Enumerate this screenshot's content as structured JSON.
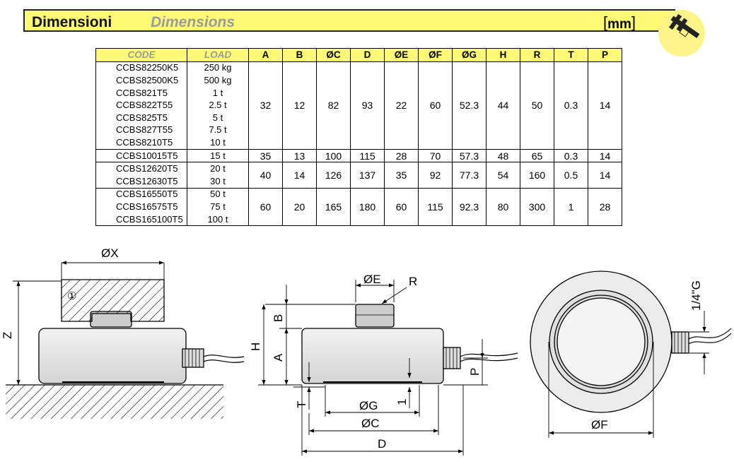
{
  "header": {
    "title_it": "Dimensioni",
    "title_en": "Dimensions",
    "unit_open": "[",
    "unit": "mm",
    "unit_close": "]",
    "icon": "caliper-icon"
  },
  "table": {
    "headers": [
      "CODE",
      "LOAD",
      "A",
      "B",
      "ØC",
      "D",
      "ØE",
      "ØF",
      "ØG",
      "H",
      "R",
      "T",
      "P"
    ],
    "groups": [
      {
        "rows": [
          {
            "code": "CCBS82250K5",
            "load": "250 kg"
          },
          {
            "code": "CCBS82500K5",
            "load": "500 kg"
          },
          {
            "code": "CCBS821T5",
            "load": "1 t"
          },
          {
            "code": "CCBS822T55",
            "load": "2.5 t"
          },
          {
            "code": "CCBS825T5",
            "load": "5 t"
          },
          {
            "code": "CCBS827T55",
            "load": "7.5 t"
          },
          {
            "code": "CCBS8210T5",
            "load": "10 t"
          }
        ],
        "values": [
          "32",
          "12",
          "82",
          "93",
          "22",
          "60",
          "52.3",
          "44",
          "50",
          "0.3",
          "14"
        ]
      },
      {
        "rows": [
          {
            "code": "CCBS10015T5",
            "load": "15 t"
          }
        ],
        "values": [
          "35",
          "13",
          "100",
          "115",
          "28",
          "70",
          "57.3",
          "48",
          "65",
          "0.3",
          "14"
        ]
      },
      {
        "rows": [
          {
            "code": "CCBS12620T5",
            "load": "20 t"
          },
          {
            "code": "CCBS12630T5",
            "load": "30 t"
          }
        ],
        "values": [
          "40",
          "14",
          "126",
          "137",
          "35",
          "92",
          "77.3",
          "54",
          "160",
          "0.5",
          "14"
        ]
      },
      {
        "rows": [
          {
            "code": "CCBS16550T5",
            "load": "50 t"
          },
          {
            "code": "CCBS16575T5",
            "load": "75 t"
          },
          {
            "code": "CCBS165100T5",
            "load": "100 t"
          }
        ],
        "values": [
          "60",
          "20",
          "165",
          "180",
          "60",
          "115",
          "92.3",
          "80",
          "300",
          "1",
          "28"
        ]
      }
    ]
  },
  "drawing": {
    "labels": {
      "x": "ØX",
      "circle_one": "①",
      "z": "Z",
      "e": "ØE",
      "r": "R",
      "b": "B",
      "h": "H",
      "a": "A",
      "p": "P",
      "t": "T",
      "g": "ØG",
      "one": "1",
      "c": "ØC",
      "d": "D",
      "thread": "1/4\"G",
      "f": "ØF"
    }
  },
  "colors": {
    "banner_yellow": "#fffa74",
    "italic_grey": "#9a9a9a",
    "part_grey": "#e4e4e4"
  }
}
